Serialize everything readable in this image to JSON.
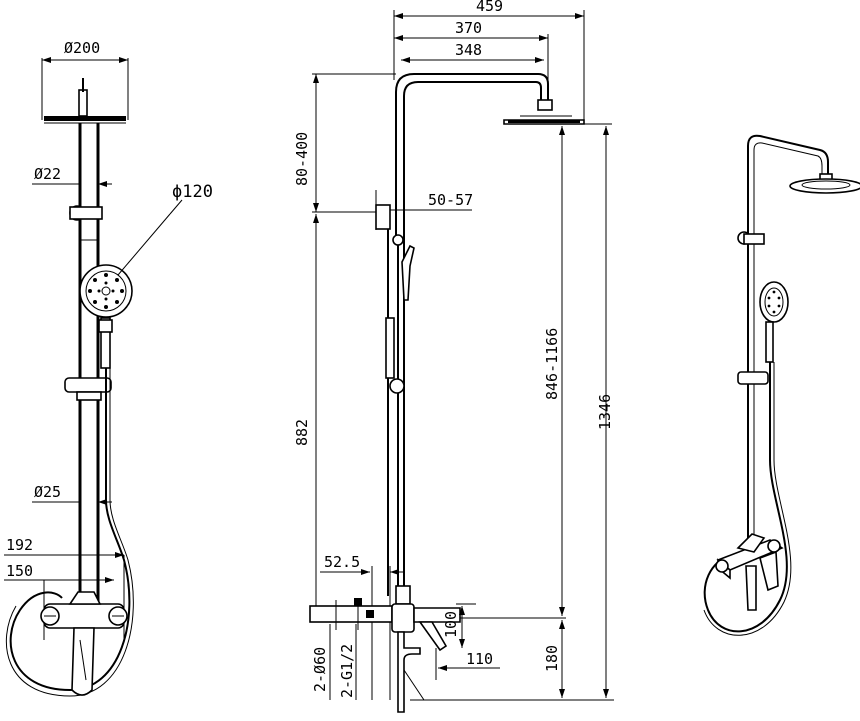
{
  "dimensions": {
    "left_view": {
      "head_diameter": "Ø200",
      "pipe_diameter_top": "Ø22",
      "hand_shower_diameter": "ϕ120",
      "pipe_diameter_bottom": "Ø25",
      "outer_width": "192",
      "inner_width": "150"
    },
    "center_view": {
      "overall_reach": "459",
      "arm_reach": "370",
      "arm_inner": "348",
      "arm_height": "80-400",
      "wall_offset": "50-57",
      "bar_height": "882",
      "adjustable_height": "846-1166",
      "total_height": "1346",
      "mixer_offset": "52.5",
      "mixer_height": "100",
      "spout_length": "110",
      "bottom_height": "180",
      "connection_diameter": "2-Ø60",
      "thread_size": "2-G1/2"
    }
  }
}
